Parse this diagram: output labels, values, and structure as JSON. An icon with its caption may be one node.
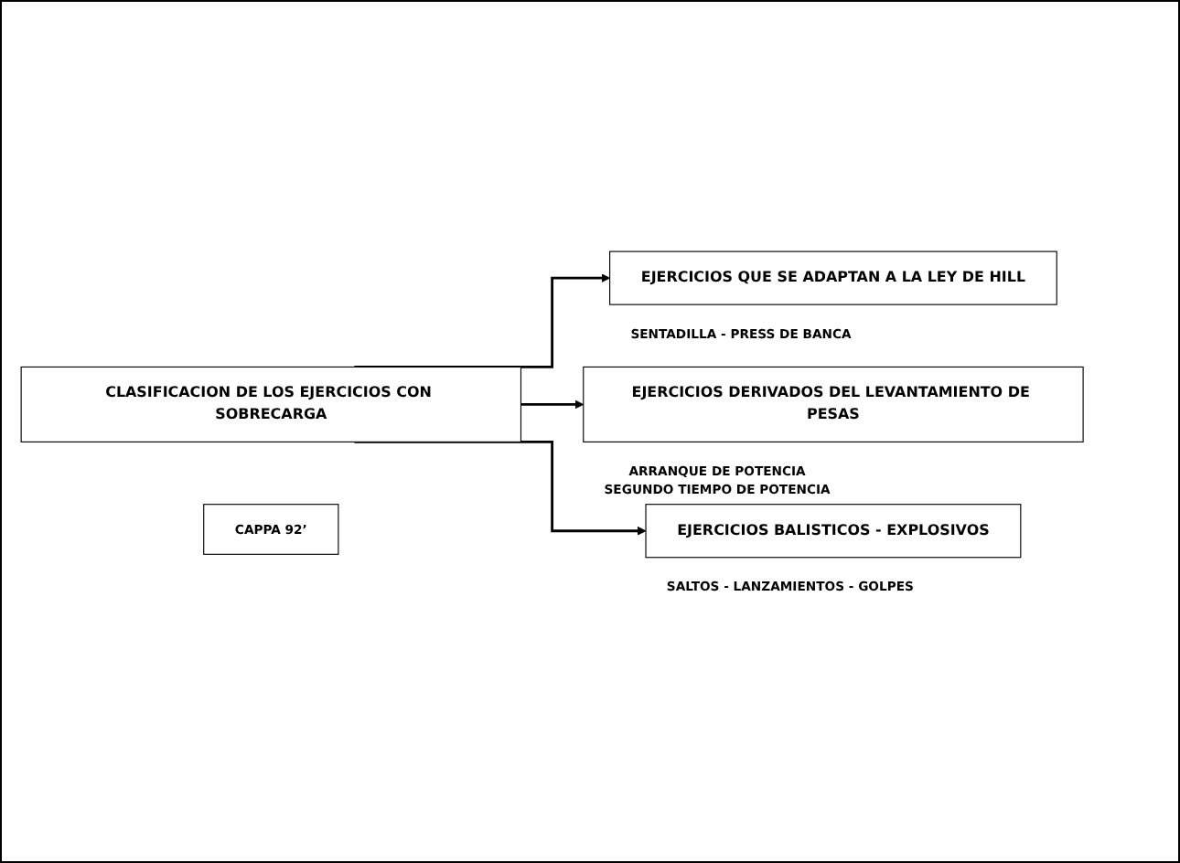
{
  "diagram": {
    "nodes": [
      {
        "text": [
          "CLASIFICACION DE LOS EJERCICIOS CON SOBRECARGA"
        ]
      },
      {
        "text": [
          "EJERCICIOS QUE SE ADAPTAN A LA LEY DE HILL"
        ],
        "beside": [
          "SENTADILLA - PRESS DE BANCA"
        ]
      },
      {
        "text": [
          "EJERCICIOS DERIVADOS DEL LEVANTAMIENTO DE PESAS"
        ],
        "beside": [
          "ARRANQUE DE POTENCIA",
          "SEGUNDO TIEMPO DE POTENCIA"
        ]
      },
      {
        "text": [
          "EJERCICIOS BALISTICOS - EXPLOSIVOS"
        ],
        "beside": [
          "SALTOS - LANZAMIENTOS - GOLPES"
        ]
      },
      {
        "text": [
          "CAPPA 92’"
        ]
      }
    ],
    "edges": [
      {
        "from": 0,
        "to": 1,
        "arrow": "to"
      },
      {
        "from": 0,
        "to": 2,
        "arrow": "to"
      },
      {
        "from": 0,
        "to": 3,
        "arrow": "to"
      }
    ]
  }
}
